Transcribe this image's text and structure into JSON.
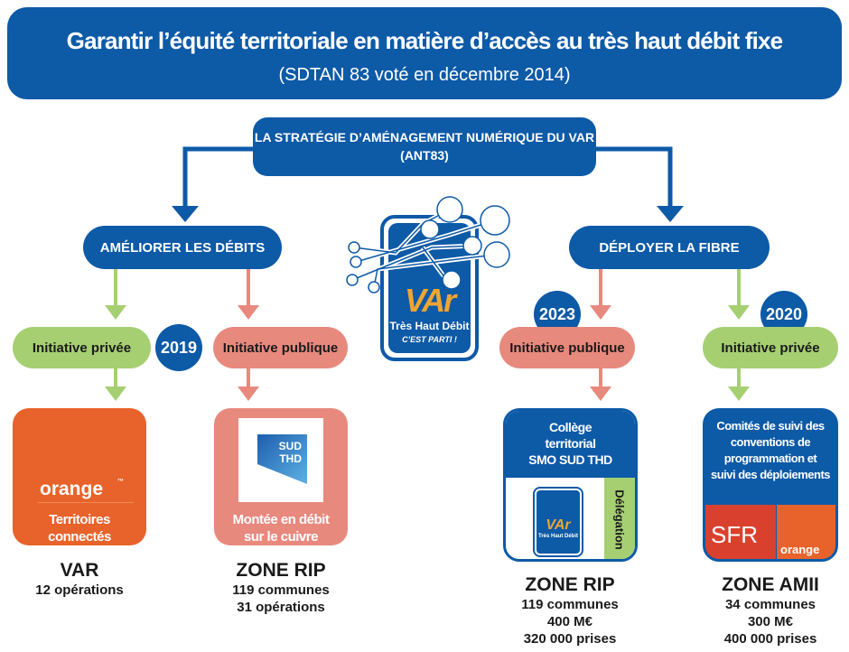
{
  "header": {
    "title": "Garantir l’équité territoriale en matière d’accès au très haut débit fixe",
    "subtitle": "(SDTAN 83 voté en décembre 2014)"
  },
  "strategy": {
    "line1": "LA STRATÉGIE D’AMÉNAGEMENT NUMÉRIQUE DU VAR",
    "line2": "(ANT83)"
  },
  "logo": {
    "brand": "VAr",
    "tagline": "Très Haut Débit",
    "slogan": "C’EST PARTI !"
  },
  "left": {
    "title": "AMÉLIORER LES DÉBITS",
    "year": "2019",
    "private": {
      "label": "Initiative privée",
      "brand": "orange",
      "tm": "™",
      "caption1": "Territoires",
      "caption2": "connectés",
      "zone": "VAR",
      "stats": [
        "12 opérations"
      ]
    },
    "public": {
      "label": "Initiative publique",
      "logo1": "SUD",
      "logo2": "THD",
      "caption1": "Montée en débit",
      "caption2": "sur le cuivre",
      "zone": "ZONE RIP",
      "stats": [
        "119 communes",
        "31 opérations"
      ]
    }
  },
  "right": {
    "title": "DÉPLOYER LA FIBRE",
    "public": {
      "year": "2023",
      "label": "Initiative publique",
      "card1": "Collège",
      "card2": "territorial",
      "card3": "SMO SUD THD",
      "side": "Délégation",
      "zone": "ZONE RIP",
      "stats": [
        "119 communes",
        "400 M€",
        "320 000 prises"
      ]
    },
    "private": {
      "year": "2020",
      "label": "Initiative privée",
      "card1": "Comités de suivi des",
      "card2": "conventions de",
      "card3": "programmation et",
      "card4": "suivi des déploiements",
      "sfr": "SFR",
      "orange": "orange",
      "zone": "ZONE AMII",
      "stats": [
        "34 communes",
        "300 M€",
        "400 000 prises"
      ]
    }
  },
  "colors": {
    "blue": "#0d5aa7",
    "green": "#a6cf72",
    "salmon": "#e8897e",
    "orange": "#e8632b",
    "sfr": "#d9412e",
    "gold": "#f2a531"
  }
}
